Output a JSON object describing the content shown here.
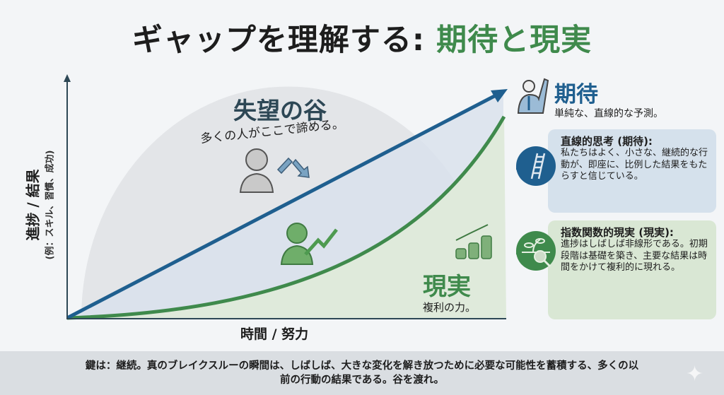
{
  "title": {
    "main": "ギャップを理解する: ",
    "accent": "期待と現実"
  },
  "axes": {
    "y_label": "進捗 / 結果",
    "y_sublabel": "(例：スキル、習慣、成功)",
    "x_label": "時間 / 努力"
  },
  "valley": {
    "title": "失望の谷",
    "subtitle": "多くの人がここで諦める。"
  },
  "reality": {
    "title": "現実",
    "subtitle": "複利の力。"
  },
  "expectation": {
    "title": "期待",
    "subtitle": "単純な、直線的な予測。"
  },
  "cards": [
    {
      "title": "直線的思考 (期待):",
      "body": "私たちはよく、小さな、継続的な行動が、即座に、比例した結果をもたらすと信じている。",
      "icon": "ladder-icon"
    },
    {
      "title": "指数関数的現実 (現実):",
      "body": "進捗はしばしば非線形である。初期段階は基礎を築き、主要な結果は時間をかけて複利的に現れる。",
      "icon": "plant-magnifier-icon"
    }
  ],
  "footer": "鍵は：継続。真のブレイクスルーの瞬間は、しばしば、大きな変化を解き放つために必要な可能性を蓄積する、多くの以前の行動の結果である。谷を渡れ。",
  "colors": {
    "blue": "#1f5f8f",
    "green": "#3f8a4c",
    "valley": "#2d4755"
  }
}
